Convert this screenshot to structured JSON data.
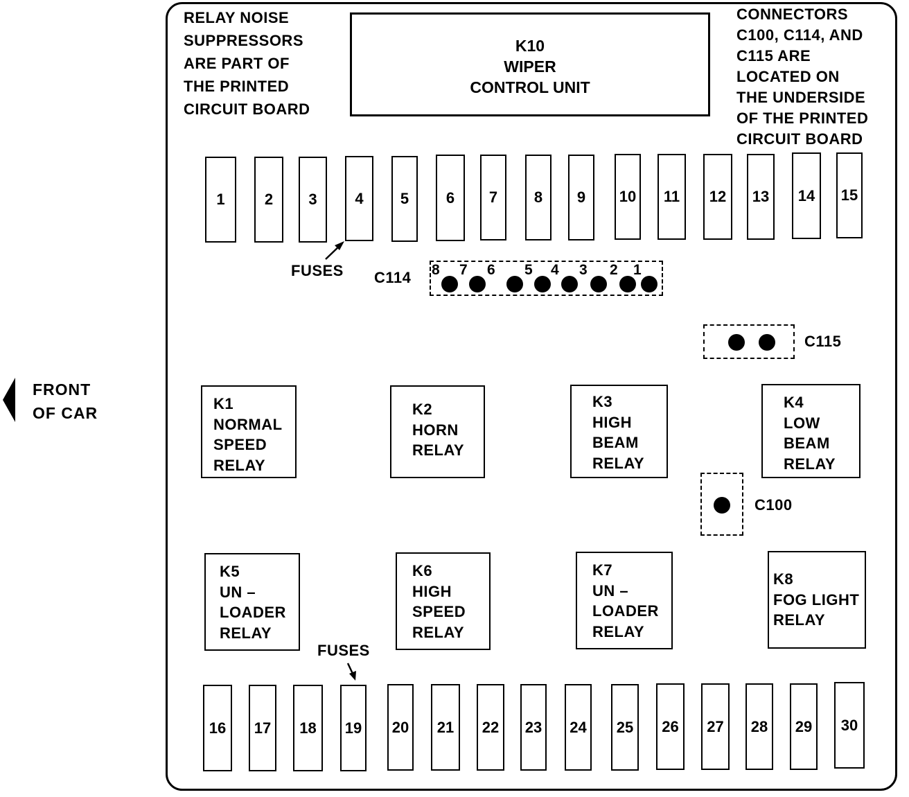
{
  "notes": {
    "suppressors": "RELAY NOISE\nSUPPRESSORS\nARE PART OF\nTHE PRINTED\nCIRCUIT BOARD",
    "connectors": "CONNECTORS\nC100, C114, AND\nC115 ARE\nLOCATED ON\nTHE UNDERSIDE\nOF THE PRINTED\nCIRCUIT BOARD"
  },
  "wiper_unit": {
    "line1": "K10",
    "line2": "WIPER",
    "line3": "CONTROL UNIT"
  },
  "fuses_top": [
    "1",
    "2",
    "3",
    "4",
    "5",
    "6",
    "7",
    "8",
    "9",
    "10",
    "11",
    "12",
    "13",
    "14",
    "15"
  ],
  "fuses_bottom": [
    "16",
    "17",
    "18",
    "19",
    "20",
    "21",
    "22",
    "23",
    "24",
    "25",
    "26",
    "27",
    "28",
    "29",
    "30"
  ],
  "fuses_label_top": "FUSES",
  "fuses_label_bottom": "FUSES",
  "c114": {
    "label": "C114",
    "pins": [
      "8",
      "7",
      "6",
      "5",
      "4",
      "3",
      "2",
      "1"
    ]
  },
  "c115": {
    "label": "C115"
  },
  "c100": {
    "label": "C100"
  },
  "relays": [
    {
      "id": "K1",
      "lines": [
        "NORMAL",
        "SPEED",
        "RELAY"
      ]
    },
    {
      "id": "K2",
      "lines": [
        "HORN",
        "RELAY"
      ]
    },
    {
      "id": "K3",
      "lines": [
        "HIGH",
        "BEAM",
        "RELAY"
      ]
    },
    {
      "id": "K4",
      "lines": [
        "LOW",
        "BEAM",
        "RELAY"
      ]
    },
    {
      "id": "K5",
      "lines": [
        "UN –",
        "LOADER",
        "RELAY"
      ]
    },
    {
      "id": "K6",
      "lines": [
        "HIGH",
        "SPEED",
        "RELAY"
      ]
    },
    {
      "id": "K7",
      "lines": [
        "UN –",
        "LOADER",
        "RELAY"
      ]
    },
    {
      "id": "K8",
      "lines": [
        "FOG LIGHT",
        "RELAY"
      ]
    }
  ],
  "front_of_car": {
    "line1": "FRONT",
    "line2": "OF CAR"
  }
}
